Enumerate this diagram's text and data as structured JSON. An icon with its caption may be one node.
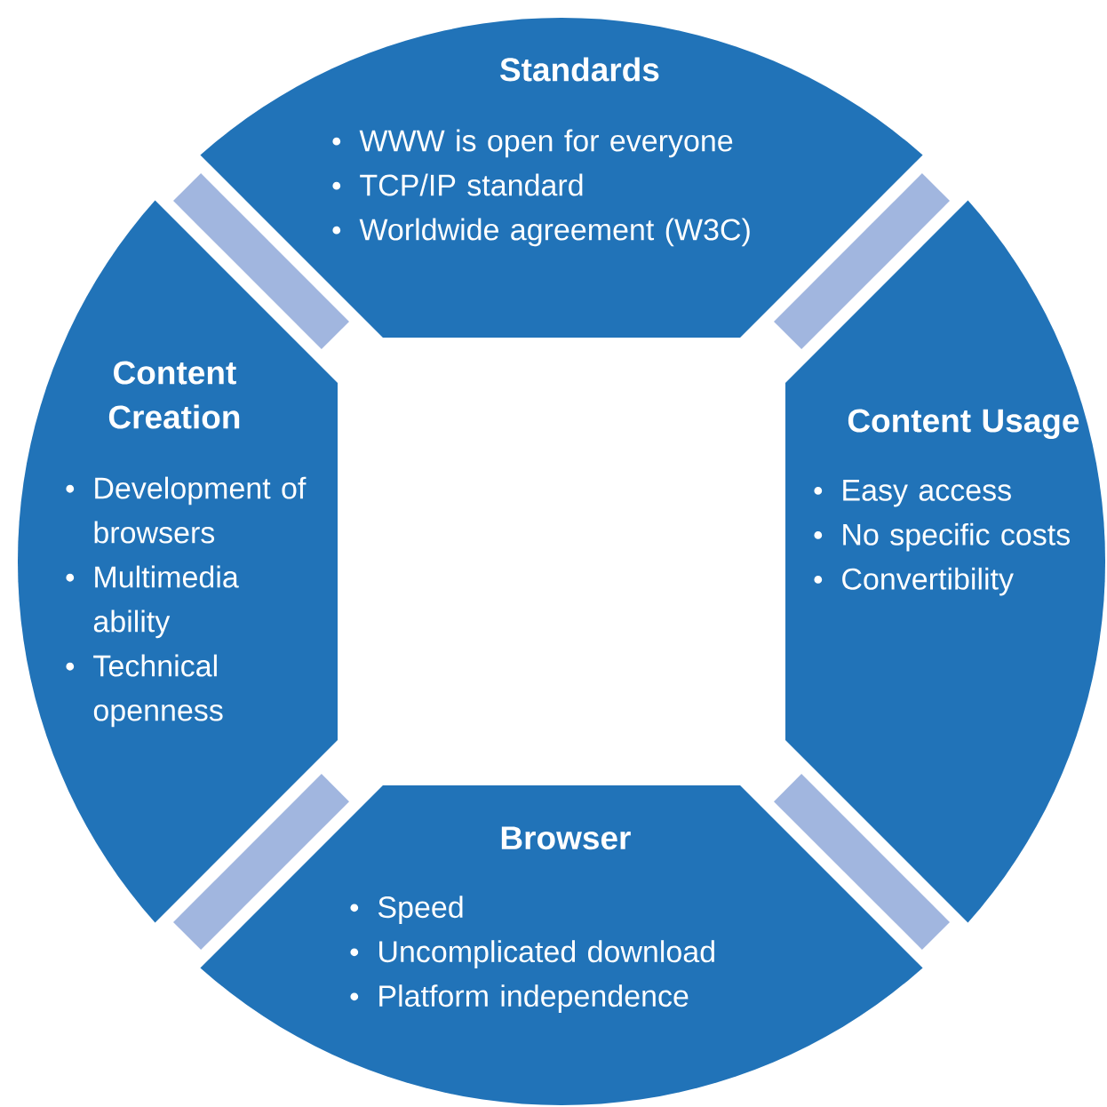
{
  "diagram": {
    "nodes": [
      {
        "text": [
          "Standards",
          "WWW is open for everyone",
          "TCP/IP standard",
          "Worldwide agreement (W3C)"
        ]
      },
      {
        "text": [
          "Content Usage",
          "Easy access",
          "No specific costs",
          "Convertibility"
        ]
      },
      {
        "text": [
          "Browser",
          "Speed",
          "Uncomplicated download",
          "Platform independence"
        ]
      },
      {
        "text": [
          "Content Creation",
          "Development of browsers",
          "Multimedia ability",
          "Technical openness"
        ]
      },
      {
        "text": [],
        "shape": "bar"
      },
      {
        "text": [],
        "shape": "bar"
      },
      {
        "text": [],
        "shape": "bar"
      },
      {
        "text": [],
        "shape": "bar"
      }
    ]
  }
}
